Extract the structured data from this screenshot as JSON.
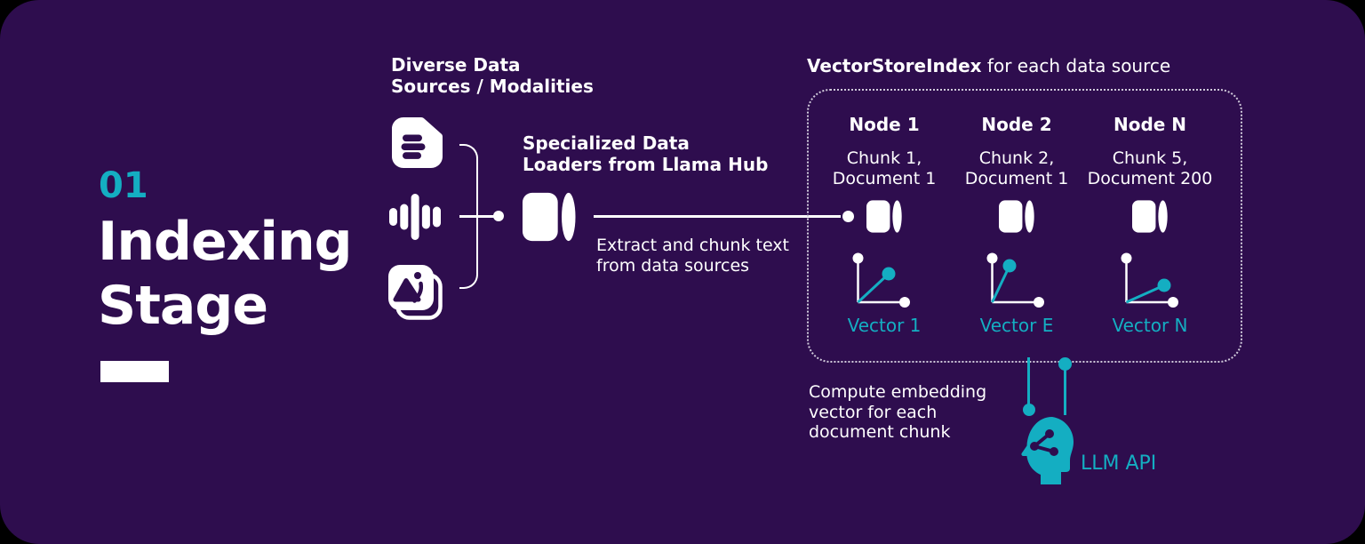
{
  "colors": {
    "page-bg": "#000000",
    "panel": "#2e0d4e",
    "teal": "#14aec2",
    "ink": "#ffffff",
    "dots": "#cfc9da"
  },
  "stage": {
    "number": "01",
    "title_line1": "Indexing",
    "title_line2": "Stage"
  },
  "sources": {
    "label_line1": "Diverse Data",
    "label_line2": "Sources / Modalities",
    "icons": [
      "document-icon",
      "audio-waveform-icon",
      "image-stack-icon"
    ]
  },
  "loader": {
    "label_line1": "Specialized Data",
    "label_line2": "Loaders from Llama Hub",
    "caption_line1": "Extract and chunk text",
    "caption_line2": "from data sources"
  },
  "index": {
    "heading_bold": "VectorStoreIndex",
    "heading_rest": " for each data source",
    "nodes": [
      {
        "name": "Node 1",
        "chunk_line1": "Chunk 1,",
        "chunk_line2": "Document 1",
        "vector_label": "Vector 1",
        "vx": "44",
        "vy": "25"
      },
      {
        "name": "Node 2",
        "chunk_line1": "Chunk 2,",
        "chunk_line2": "Document 1",
        "vector_label": "Vector E",
        "vx": "29",
        "vy": "16"
      },
      {
        "name": "Node N",
        "chunk_line1": "Chunk 5,",
        "chunk_line2": "Document 200",
        "vector_label": "Vector N",
        "vx": "52",
        "vy": "38"
      }
    ]
  },
  "embedding": {
    "caption_line1": "Compute embedding",
    "caption_line2": "vector for each",
    "caption_line3": "document chunk",
    "api_label": "LLM API"
  }
}
